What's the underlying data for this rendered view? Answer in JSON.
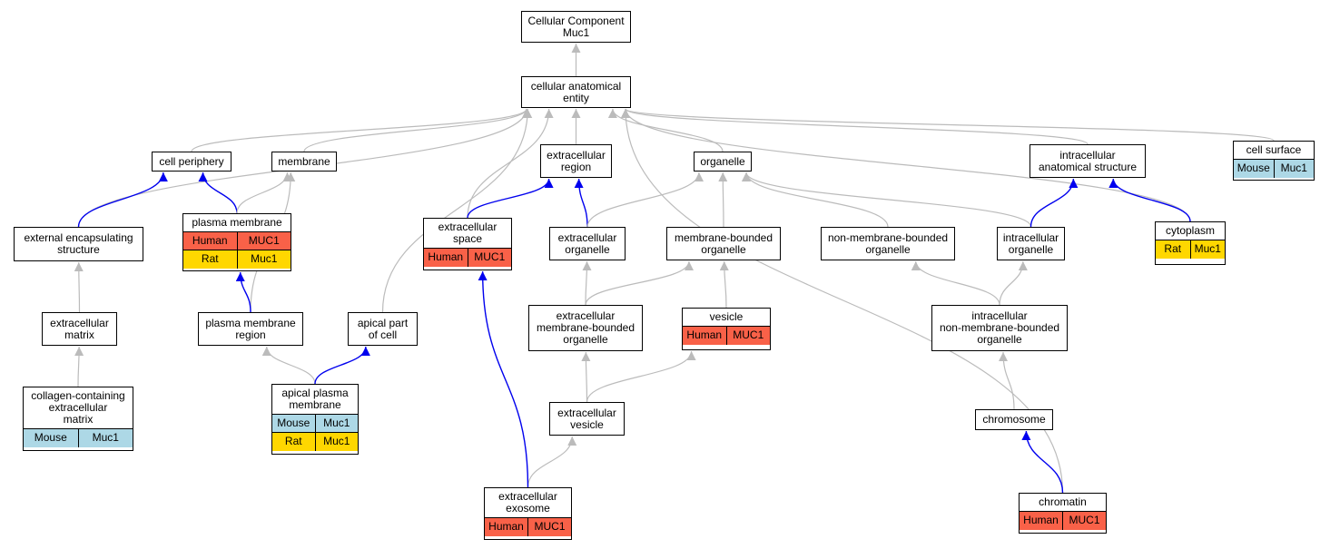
{
  "colors": {
    "Human": "#f96148",
    "Rat": "#ffd700",
    "Mouse": "#add8e6",
    "is_a_edge": "#bbbbbb",
    "part_of_edge": "#0000ee"
  },
  "nodes": {
    "root": {
      "label": "Cellular Component\nMuc1",
      "rows": []
    },
    "cae": {
      "label": "cellular anatomical\nentity",
      "rows": []
    },
    "cell_periphery": {
      "label": "cell periphery",
      "rows": []
    },
    "membrane": {
      "label": "membrane",
      "rows": []
    },
    "extracellular_region": {
      "label": "extracellular\nregion",
      "rows": []
    },
    "organelle": {
      "label": "organelle",
      "rows": []
    },
    "ias": {
      "label": "intracellular\nanatomical structure",
      "rows": []
    },
    "cell_surface": {
      "label": "cell surface",
      "rows": [
        {
          "species": "Mouse",
          "gene": "Muc1"
        }
      ]
    },
    "ees": {
      "label": "external encapsulating\nstructure",
      "rows": []
    },
    "plasma_membrane": {
      "label": "plasma membrane",
      "rows": [
        {
          "species": "Human",
          "gene": "MUC1"
        },
        {
          "species": "Rat",
          "gene": "Muc1"
        }
      ]
    },
    "extracellular_space": {
      "label": "extracellular\nspace",
      "rows": [
        {
          "species": "Human",
          "gene": "MUC1"
        }
      ]
    },
    "extracellular_organelle": {
      "label": "extracellular\norganelle",
      "rows": []
    },
    "mbo": {
      "label": "membrane-bounded\norganelle",
      "rows": []
    },
    "nmbo": {
      "label": "non-membrane-bounded\norganelle",
      "rows": []
    },
    "intracellular_organelle": {
      "label": "intracellular\norganelle",
      "rows": []
    },
    "cytoplasm": {
      "label": "cytoplasm",
      "rows": [
        {
          "species": "Rat",
          "gene": "Muc1"
        }
      ]
    },
    "ecm": {
      "label": "extracellular\nmatrix",
      "rows": []
    },
    "pmr": {
      "label": "plasma membrane\nregion",
      "rows": []
    },
    "apical_part": {
      "label": "apical part\nof cell",
      "rows": []
    },
    "embo": {
      "label": "extracellular\nmembrane-bounded\norganelle",
      "rows": []
    },
    "vesicle": {
      "label": "vesicle",
      "rows": [
        {
          "species": "Human",
          "gene": "MUC1"
        }
      ]
    },
    "inmbo": {
      "label": "intracellular\nnon-membrane-bounded\norganelle",
      "rows": []
    },
    "ccem": {
      "label": "collagen-containing\nextracellular\nmatrix",
      "rows": [
        {
          "species": "Mouse",
          "gene": "Muc1"
        }
      ]
    },
    "apm": {
      "label": "apical plasma\nmembrane",
      "rows": [
        {
          "species": "Mouse",
          "gene": "Muc1"
        },
        {
          "species": "Rat",
          "gene": "Muc1"
        }
      ]
    },
    "ev": {
      "label": "extracellular\nvesicle",
      "rows": []
    },
    "chromosome": {
      "label": "chromosome",
      "rows": []
    },
    "exosome": {
      "label": "extracellular\nexosome",
      "rows": [
        {
          "species": "Human",
          "gene": "MUC1"
        }
      ]
    },
    "chromatin": {
      "label": "chromatin",
      "rows": [
        {
          "species": "Human",
          "gene": "MUC1"
        }
      ]
    }
  },
  "edges": [
    {
      "from": "cae",
      "to": "root",
      "type": "is_a"
    },
    {
      "from": "cell_periphery",
      "to": "cae",
      "type": "is_a"
    },
    {
      "from": "membrane",
      "to": "cae",
      "type": "is_a"
    },
    {
      "from": "extracellular_region",
      "to": "cae",
      "type": "is_a"
    },
    {
      "from": "organelle",
      "to": "cae",
      "type": "is_a"
    },
    {
      "from": "ias",
      "to": "cae",
      "type": "is_a"
    },
    {
      "from": "cell_surface",
      "to": "cae",
      "type": "is_a"
    },
    {
      "from": "ees",
      "to": "cae",
      "type": "is_a"
    },
    {
      "from": "apical_part",
      "to": "cae",
      "type": "is_a"
    },
    {
      "from": "extracellular_space",
      "to": "cae",
      "type": "is_a"
    },
    {
      "from": "cytoplasm",
      "to": "cae",
      "type": "is_a"
    },
    {
      "from": "chromatin",
      "to": "cae",
      "type": "is_a"
    },
    {
      "from": "ees",
      "to": "cell_periphery",
      "type": "part_of"
    },
    {
      "from": "plasma_membrane",
      "to": "cell_periphery",
      "type": "part_of"
    },
    {
      "from": "plasma_membrane",
      "to": "membrane",
      "type": "is_a"
    },
    {
      "from": "pmr",
      "to": "membrane",
      "type": "is_a"
    },
    {
      "from": "pmr",
      "to": "plasma_membrane",
      "type": "part_of"
    },
    {
      "from": "extracellular_space",
      "to": "extracellular_region",
      "type": "part_of"
    },
    {
      "from": "extracellular_organelle",
      "to": "extracellular_region",
      "type": "part_of"
    },
    {
      "from": "extracellular_organelle",
      "to": "organelle",
      "type": "is_a"
    },
    {
      "from": "mbo",
      "to": "organelle",
      "type": "is_a"
    },
    {
      "from": "nmbo",
      "to": "organelle",
      "type": "is_a"
    },
    {
      "from": "intracellular_organelle",
      "to": "organelle",
      "type": "is_a"
    },
    {
      "from": "intracellular_organelle",
      "to": "ias",
      "type": "part_of"
    },
    {
      "from": "cytoplasm",
      "to": "ias",
      "type": "part_of"
    },
    {
      "from": "ecm",
      "to": "ees",
      "type": "is_a"
    },
    {
      "from": "ccem",
      "to": "ecm",
      "type": "is_a"
    },
    {
      "from": "embo",
      "to": "extracellular_organelle",
      "type": "is_a"
    },
    {
      "from": "embo",
      "to": "mbo",
      "type": "is_a"
    },
    {
      "from": "vesicle",
      "to": "mbo",
      "type": "is_a"
    },
    {
      "from": "inmbo",
      "to": "nmbo",
      "type": "is_a"
    },
    {
      "from": "inmbo",
      "to": "intracellular_organelle",
      "type": "is_a"
    },
    {
      "from": "apm",
      "to": "pmr",
      "type": "is_a"
    },
    {
      "from": "apm",
      "to": "apical_part",
      "type": "part_of"
    },
    {
      "from": "ev",
      "to": "embo",
      "type": "is_a"
    },
    {
      "from": "ev",
      "to": "vesicle",
      "type": "is_a"
    },
    {
      "from": "chromosome",
      "to": "inmbo",
      "type": "is_a"
    },
    {
      "from": "exosome",
      "to": "ev",
      "type": "is_a"
    },
    {
      "from": "exosome",
      "to": "extracellular_space",
      "type": "part_of"
    },
    {
      "from": "chromatin",
      "to": "chromosome",
      "type": "part_of"
    }
  ]
}
